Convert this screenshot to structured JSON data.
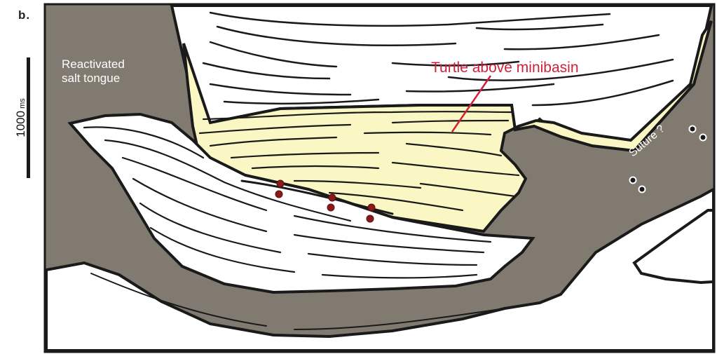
{
  "panel_label": "b.",
  "scale": {
    "value": "1000",
    "unit": "ms"
  },
  "labels": {
    "salt_tongue_line1": "Reactivated",
    "salt_tongue_line2": "salt tongue",
    "turtle": "Turtle above minibasin",
    "suture": "Suture ?"
  },
  "colors": {
    "salt": "#807a70",
    "turtle_fill": "#fbf7c4",
    "sediment": "#ffffff",
    "outline": "#1a1a1a",
    "annotation_red": "#d0203a",
    "marker_fill": "#8b1a1a"
  }
}
